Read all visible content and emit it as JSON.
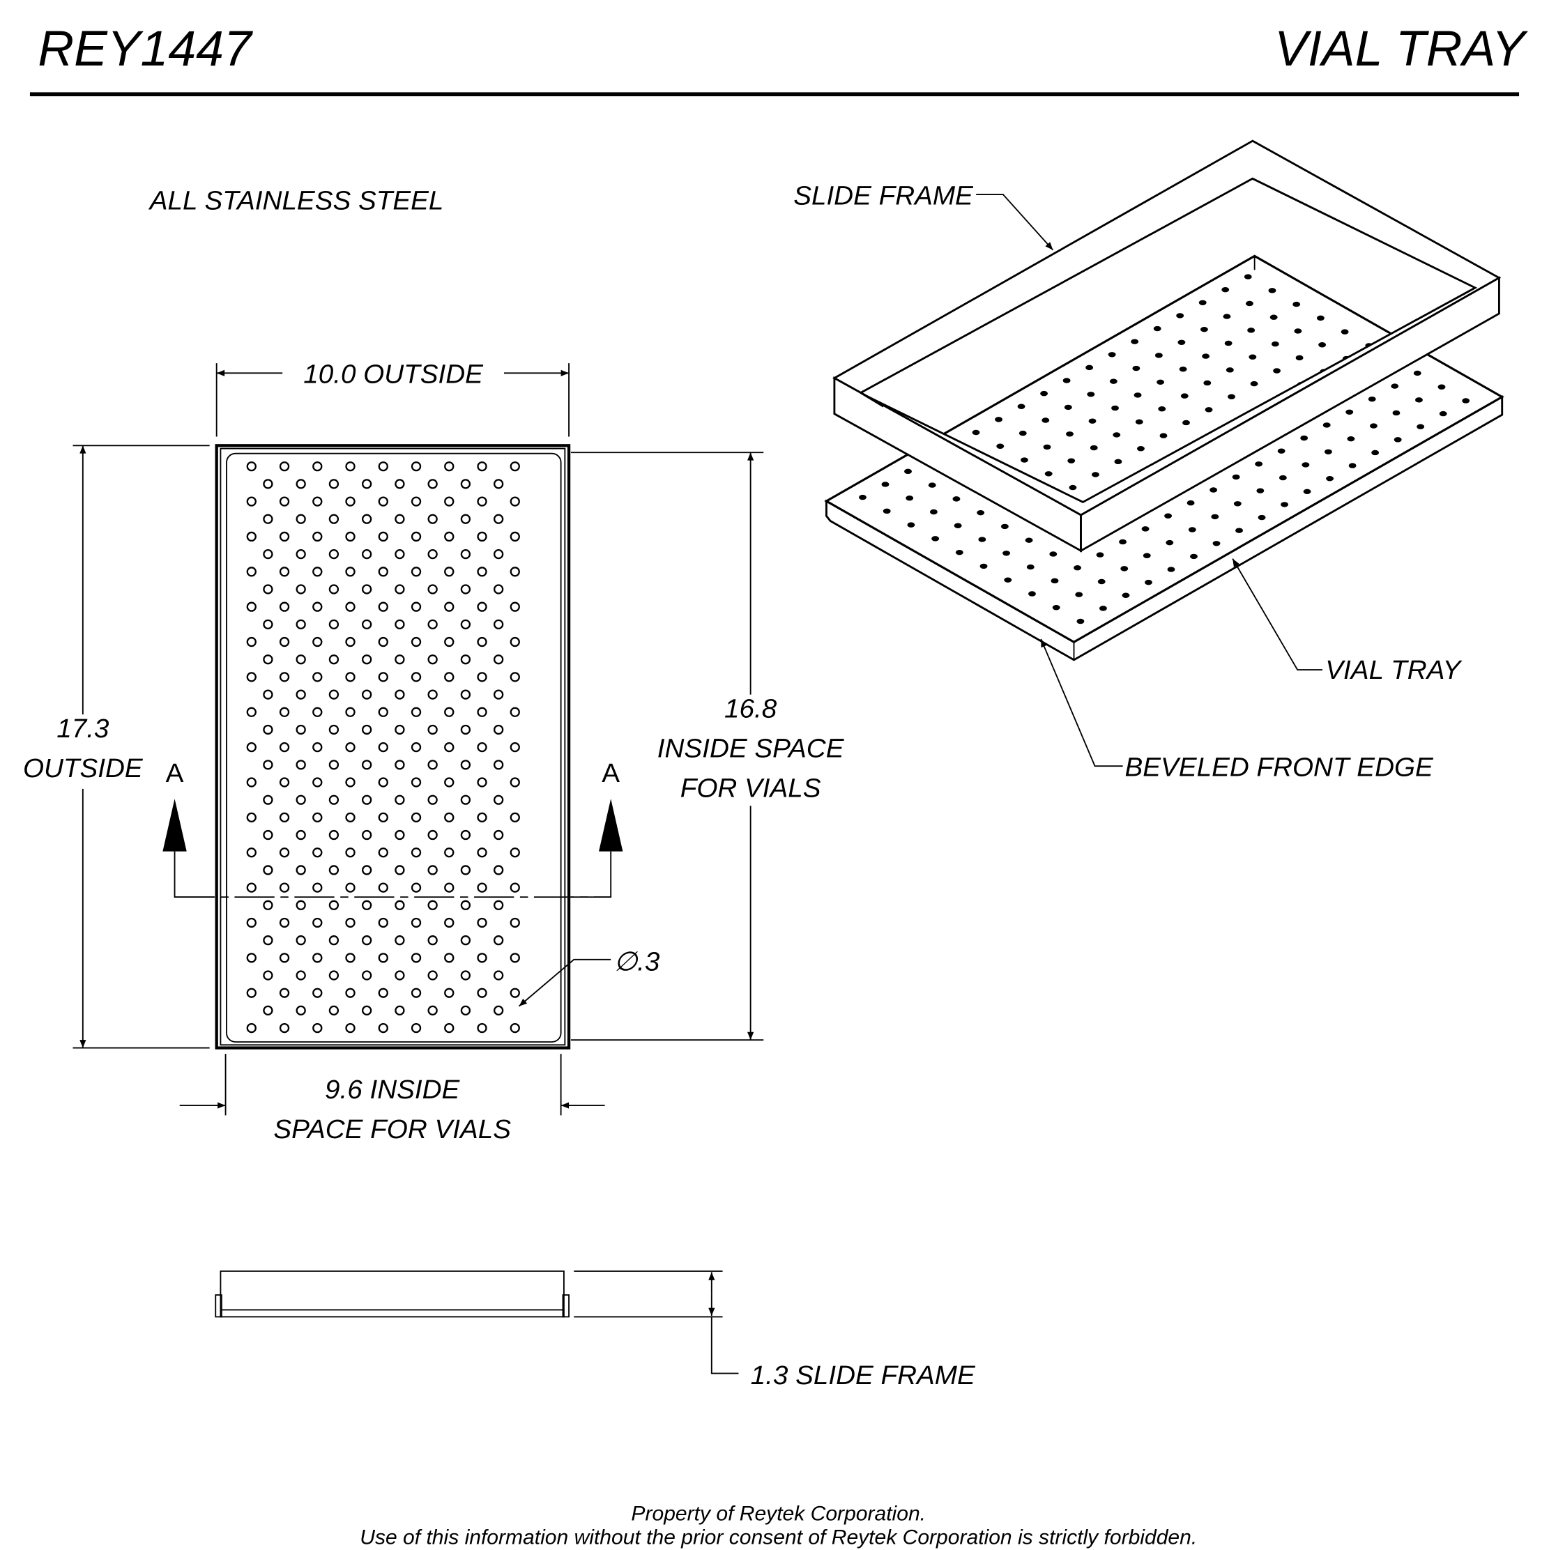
{
  "header": {
    "part_number": "REY1447",
    "title": "VIAL TRAY"
  },
  "notes": {
    "material": "ALL STAINLESS STEEL"
  },
  "plan_view": {
    "width_dim": "10.0 OUTSIDE",
    "height_dim_value": "17.3",
    "height_dim_label": "OUTSIDE",
    "inside_height_value": "16.8",
    "inside_height_line1": "INSIDE SPACE",
    "inside_height_line2": "FOR VIALS",
    "inside_width_line1": "9.6 INSIDE",
    "inside_width_line2": "SPACE FOR VIALS",
    "hole_callout": "∅.3",
    "section_label_left": "A",
    "section_label_right": "A",
    "hole_rows": 33,
    "hole_cols_long": 9,
    "hole_cols_short": 8
  },
  "side_view": {
    "height_dim": "1.3 SLIDE FRAME"
  },
  "iso_view": {
    "callout_slide_frame": "SLIDE FRAME",
    "callout_vial_tray": "VIAL TRAY",
    "callout_beveled_edge": "BEVELED FRONT EDGE"
  },
  "footer": {
    "line1": "Property of Reytek Corporation.",
    "line2": "Use of this information without the prior consent of Reytek Corporation is strictly forbidden."
  }
}
